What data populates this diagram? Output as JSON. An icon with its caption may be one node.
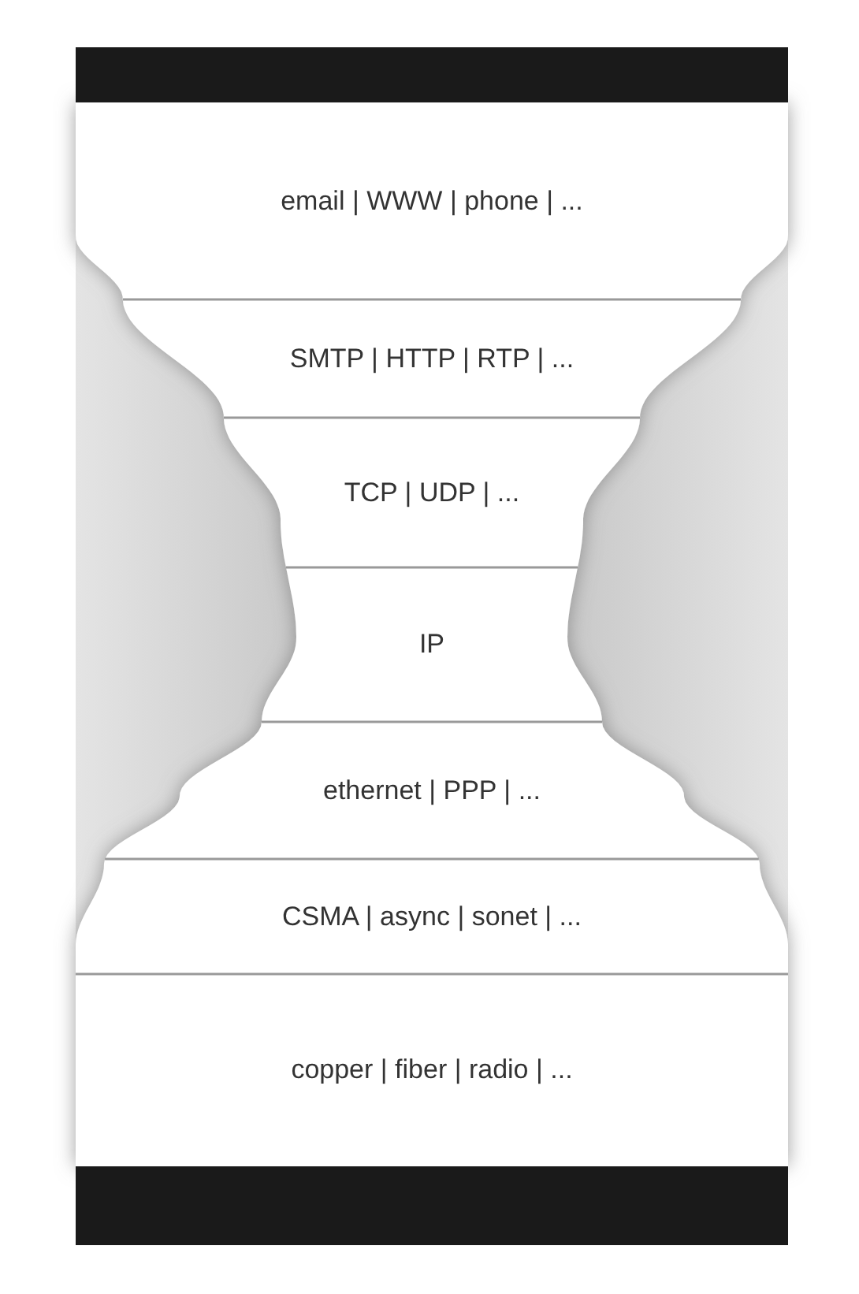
{
  "diagram": {
    "nodes": [
      {
        "text": [
          "email | WWW | phone | ..."
        ]
      },
      {
        "text": [
          "SMTP | HTTP | RTP | ..."
        ]
      },
      {
        "text": [
          "TCP | UDP | ..."
        ]
      },
      {
        "text": [
          "IP"
        ]
      },
      {
        "text": [
          "ethernet | PPP | ..."
        ]
      },
      {
        "text": [
          "CSMA | async | sonet | ..."
        ]
      },
      {
        "text": [
          "copper | fiber | radio | ..."
        ]
      }
    ]
  }
}
